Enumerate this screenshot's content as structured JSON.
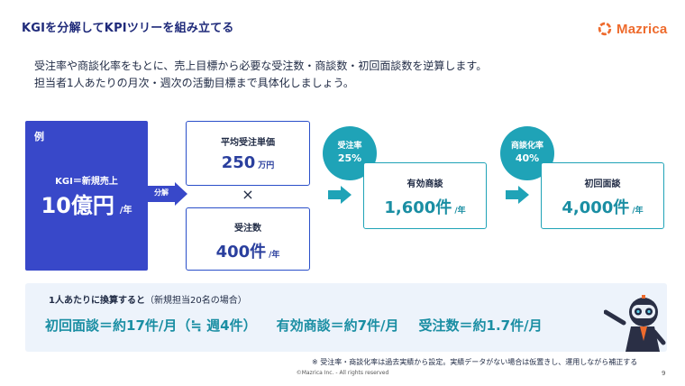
{
  "slide": {
    "title": "KGIを分解してKPIツリーを組み立てる",
    "brand": "Mazrica",
    "description": [
      "受注率や商談化率をもとに、売上目標から必要な受注数・商談数・初回面談数を逆算します。",
      "担当者1人あたりの月次・週次の活動目標まで具体化しましょう。"
    ],
    "kgi": {
      "tag": "例",
      "label": "KGI＝新規売上",
      "value": "10億円",
      "unit": "/年"
    },
    "split_label": "分解",
    "avg_price": {
      "label": "平均受注単価",
      "value": "250",
      "unit": "万円"
    },
    "times": "×",
    "orders": {
      "label": "受注数",
      "value": "400件",
      "unit": "/年"
    },
    "win_rate": {
      "label": "受注率",
      "value": "25%"
    },
    "effective_deals": {
      "label": "有効商談",
      "value": "1,600件",
      "unit": "/年"
    },
    "deal_rate": {
      "label": "商談化率",
      "value": "40%"
    },
    "first_meetings": {
      "label": "初回面談",
      "value": "4,000件",
      "unit": "/年"
    },
    "summary": {
      "head_bold": "1人あたりに換算すると",
      "head_note": "（新規担当20名の場合）",
      "items": [
        "初回面談＝約17件/月（≒ 週4件）",
        "有効商談＝約7件/月",
        "受注数＝約1.7件/月"
      ]
    },
    "note": "※ 受注率・商談化率は過去実績から設定。実績データがない場合は仮置きし、運用しながら補正する",
    "copyright": "©Mazrica Inc. - All rights reserved",
    "page_number": "9",
    "colors": {
      "navy": "#1f2a7a",
      "blue": "#3848c9",
      "teal": "#1fa3b7",
      "orange": "#ee6b2d",
      "summary_bg": "#edf3fb"
    }
  }
}
